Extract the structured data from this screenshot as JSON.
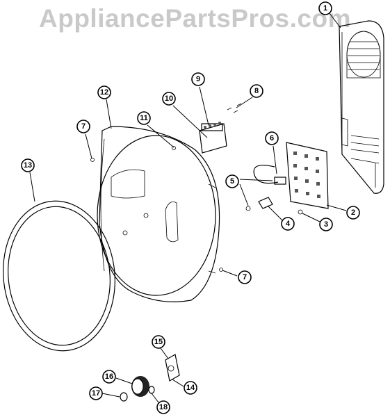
{
  "watermark": "AppliancePartsPros.com",
  "callouts": {
    "c1": "1",
    "c2": "2",
    "c3": "3",
    "c4": "4",
    "c5": "5",
    "c6": "6",
    "c7a": "7",
    "c7b": "7",
    "c8": "8",
    "c9": "9",
    "c10": "10",
    "c11": "11",
    "c12": "12",
    "c13": "13",
    "c14": "14",
    "c15": "15",
    "c16": "16",
    "c17": "17",
    "c18": "18"
  },
  "colors": {
    "watermark": "#c9c9c9",
    "line": "#000000",
    "background": "#ffffff"
  }
}
